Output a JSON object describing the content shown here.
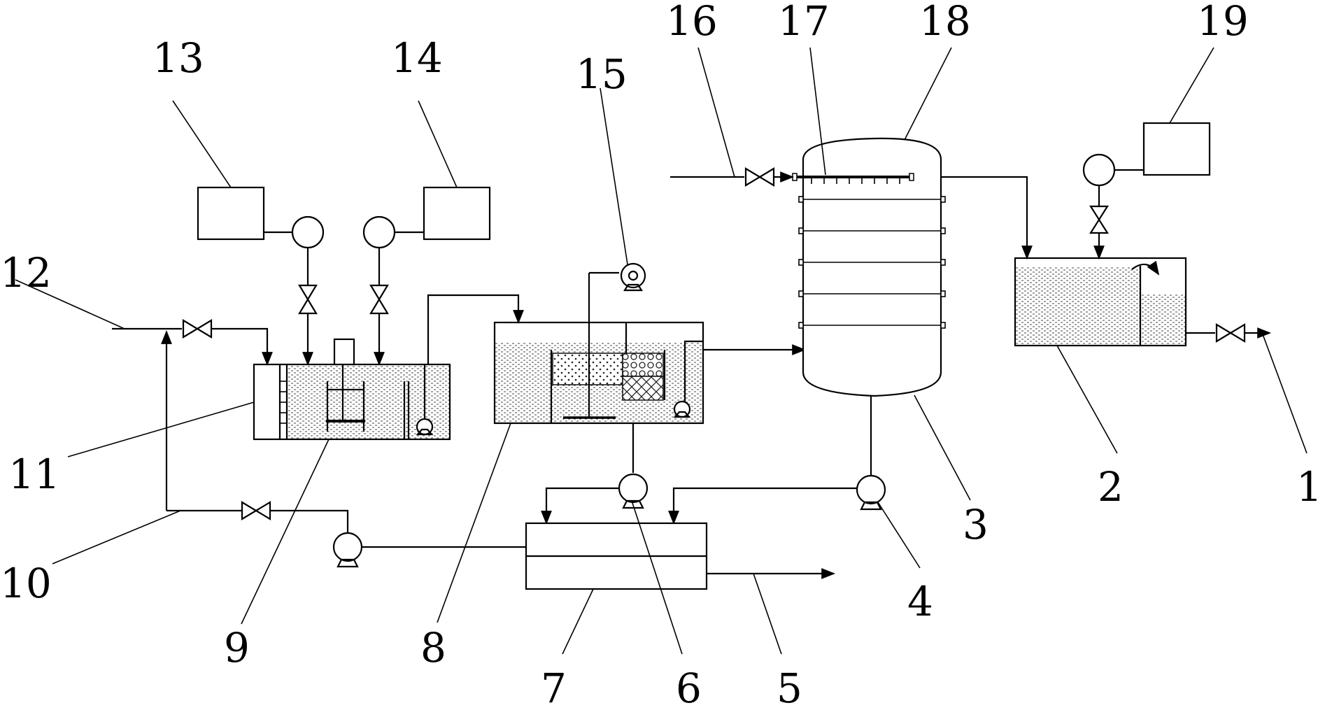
{
  "labels": {
    "l1": "1",
    "l2": "2",
    "l3": "3",
    "l4": "4",
    "l5": "5",
    "l6": "6",
    "l7": "7",
    "l8": "8",
    "l9": "9",
    "l10": "10",
    "l11": "11",
    "l12": "12",
    "l13": "13",
    "l14": "14",
    "l15": "15",
    "l16": "16",
    "l17": "17",
    "l18": "18",
    "l19": "19"
  },
  "colors": {
    "line": "#000000",
    "background": "#ffffff"
  }
}
